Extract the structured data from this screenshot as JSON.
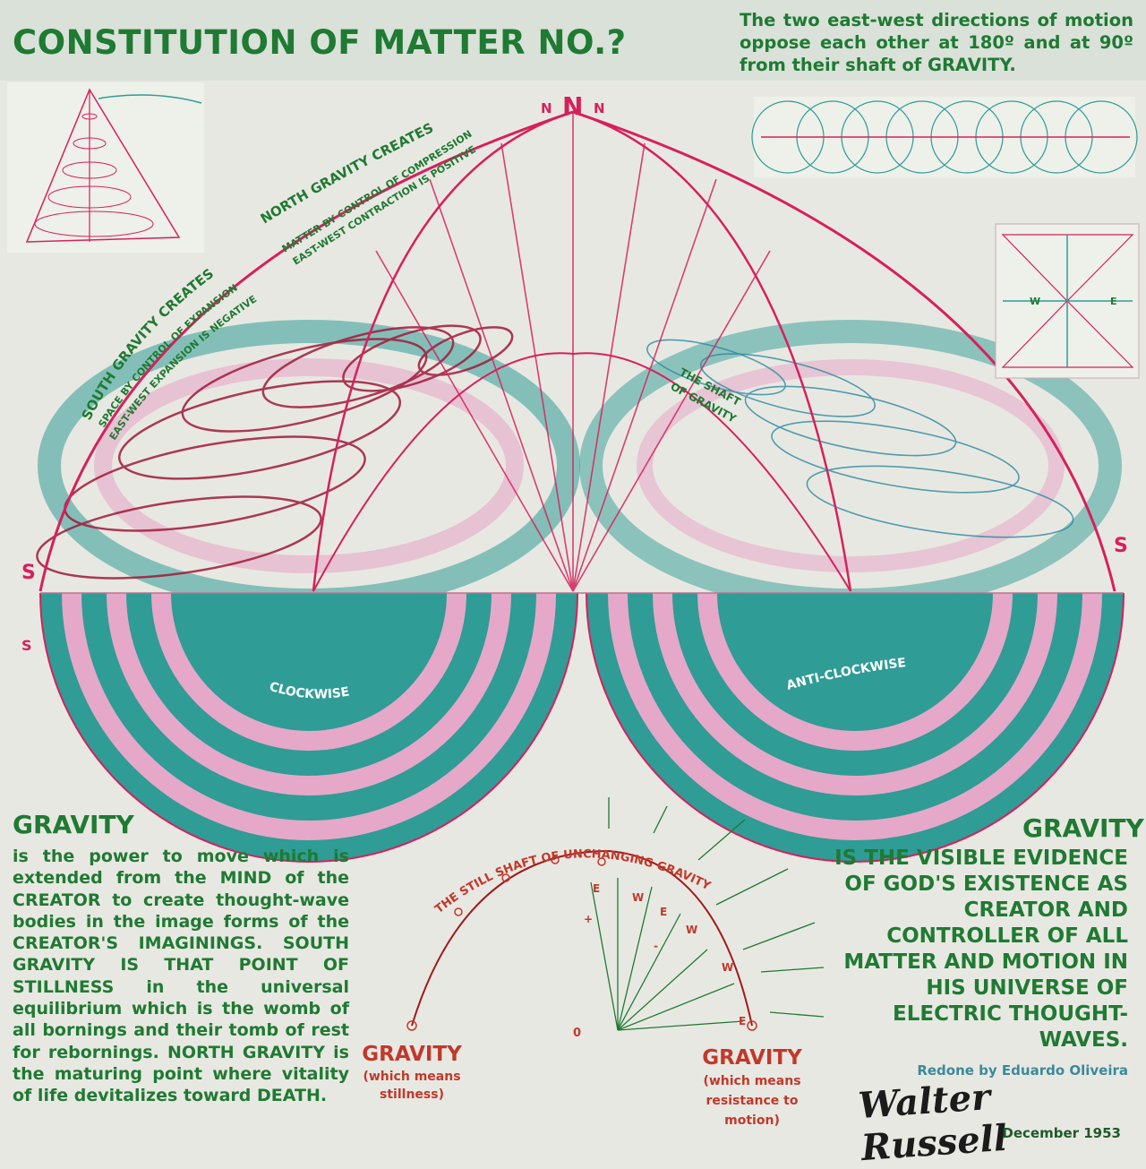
{
  "header": {
    "title": "CONSTITUTION OF MATTER NO.?",
    "note": "The two east-west directions of motion oppose each other at 180º and at 90º from their shaft of GRAVITY."
  },
  "diagram": {
    "north_label": "N",
    "north_small": "N",
    "south_label": "S",
    "east_label": "E",
    "west_label": "W",
    "north_gravity": "NORTH GRAVITY CREATES",
    "north_sub1": "MATTER BY CONTROL OF COMPRESSION",
    "north_sub2": "EAST-WEST CONTRACTION IS POSITIVE",
    "south_gravity": "SOUTH GRAVITY CREATES",
    "south_sub1": "SPACE BY CONTROL OF EXPANSION",
    "south_sub2": "EAST-WEST EXPANSION IS NEGATIVE",
    "shaft_line1": "THE SHAFT",
    "shaft_line2": "OF GRAVITY",
    "clockwise": "CLOCKWISE",
    "anticlockwise": "ANTI-CLOCKWISE",
    "still_shaft": "THE STILL SHAFT OF UNCHANGING GRAVITY",
    "zero": "0",
    "plus": "+",
    "minus": "-"
  },
  "left": {
    "heading": "GRAVITY",
    "body": "is the power to move which is extended from the MIND of the CREATOR to create thought-wave bodies in the image forms of the CREATOR'S IMAGININGS. SOUTH GRAVITY IS THAT POINT OF STILLNESS in the universal equilibrium which is the womb of all bornings and their tomb of rest for rebornings. NORTH GRAVITY is the maturing point where vitality of life devitalizes toward DEATH."
  },
  "right": {
    "heading": "GRAVITY",
    "body": "IS THE VISIBLE EVIDENCE OF GOD'S EXISTENCE AS CREATOR AND CONTROLLER OF ALL MATTER AND MOTION IN HIS UNIVERSE OF ELECTRIC THOUGHT-WAVES."
  },
  "bottom": {
    "gravity_left": "GRAVITY",
    "gravity_left_sub": "(which means stillness)",
    "gravity_right": "GRAVITY",
    "gravity_right_sub": "(which means resistance to motion)"
  },
  "credits": {
    "redone": "Redone by Eduardo Oliveira",
    "signature": "Walter Russell",
    "date": "December 1953"
  },
  "colors": {
    "green": "#1f7a32",
    "red": "#d6205c",
    "teal": "#2f9c96",
    "pink": "#e6a8c8",
    "brick": "#c0392b"
  }
}
